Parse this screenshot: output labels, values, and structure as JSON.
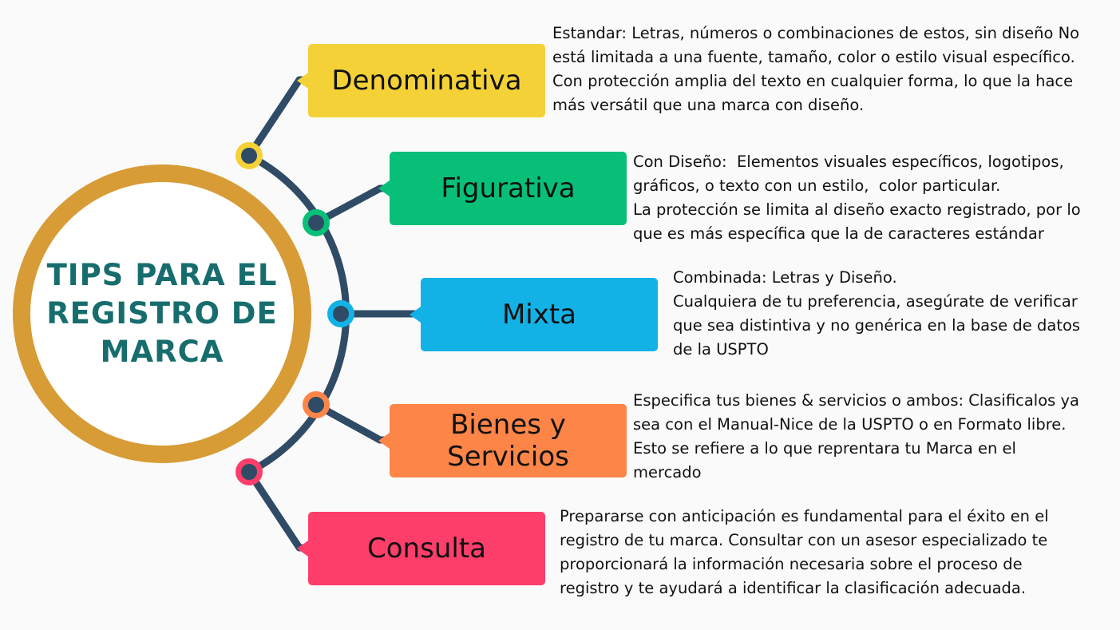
{
  "main": {
    "title": "TIPS PARA EL REGISTRO DE MARCA",
    "ring_color": "#d79c36",
    "title_color": "#176d6d"
  },
  "connector_color": "#2f4b66",
  "categories": [
    {
      "label": "Denominativa",
      "color": "#f4d136",
      "description": "Estandar: Letras, números o combinaciones de estos, sin diseño No\nestá limitada a una fuente, tamaño, color o estilo visual específico.\nCon protección amplia del texto en cualquier forma, lo que la hace\nmás versátil que una marca con diseño."
    },
    {
      "label": "Figurativa",
      "color": "#08bf77",
      "description": "Con Diseño:  Elementos visuales específicos, logotipos,\ngráficos, o texto con un estilo,  color particular.\nLa protección se limita al diseño exacto registrado, por lo\nque es más específica que la de caracteres estándar"
    },
    {
      "label": "Mixta",
      "color": "#13b2e6",
      "description": "Combinada: Letras y Diseño.\nCualquiera de tu preferencia, asegúrate de verificar\nque sea distintiva y no genérica en la base de datos\nde la USPTO"
    },
    {
      "label": "Bienes y Servicios",
      "color": "#fd8547",
      "description": "Especifica tus bienes & servicios o ambos: Clasificalos ya\nsea con el Manual-Nice de la USPTO o en Formato libre.\nEsto se refiere a lo que reprentara tu Marca en el\nmercado"
    },
    {
      "label": "Consulta",
      "color": "#fd3e6b",
      "description": "Prepararse con anticipación es fundamental para el éxito en el\nregistro de tu marca. Consultar con un asesor especializado te\nproporcionará la información necesaria sobre el proceso de\nregistro y te ayudará a identificar la clasificación adecuada."
    }
  ]
}
